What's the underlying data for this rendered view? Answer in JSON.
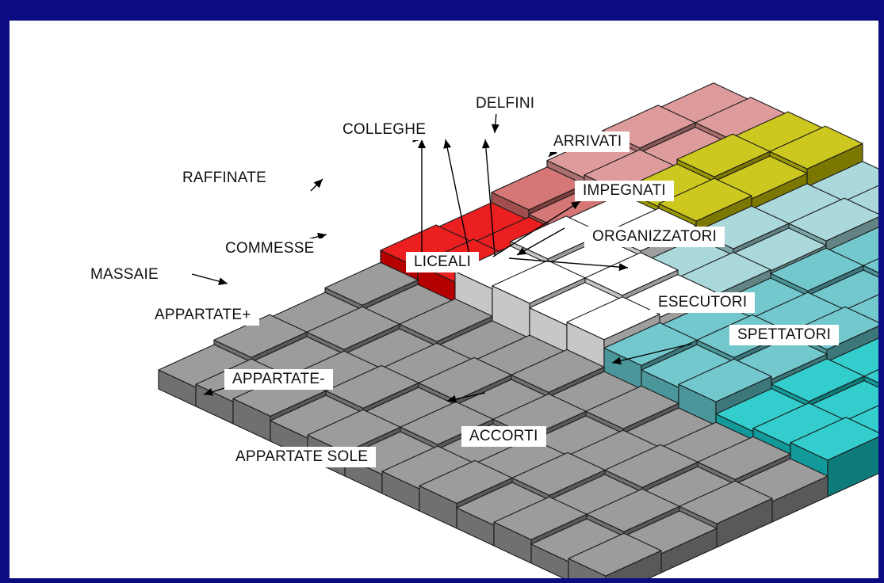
{
  "colors": {
    "background": "#0b0b82",
    "canvas": "#ffffff",
    "gray_block": "#8f8f8f",
    "cyan_block": "#17c6c6",
    "teal_block": "#5fc0c6",
    "light_teal_block": "#9fd3d6",
    "yellow_block": "#c6c000",
    "pink_block": "#d98d8d",
    "dusty_red_block": "#cf6464",
    "red_block": "#e80000",
    "white_block": "#ffffff"
  },
  "labels": {
    "delfini": "DELFINI",
    "colleghe": "COLLEGHE",
    "arrivati": "ARRIVATI",
    "raffinate": "RAFFINATE",
    "impegnati": "IMPEGNATI",
    "organizzatori": "ORGANIZZATORI",
    "commesse": "COMMESSE",
    "liceali": "LICEALI",
    "massaie": "MASSAIE",
    "esecutori": "ESECUTORI",
    "appartate_plus": "APPARTATE+",
    "spettatori": "SPETTATORI",
    "appartate_minus": "APPARTATE-",
    "accorti": "ACCORTI",
    "appartate_sole": "APPARTATE SOLE"
  },
  "regions": [
    {
      "name": "gray",
      "color_key": "gray_block"
    },
    {
      "name": "cyan",
      "color_key": "cyan_block"
    },
    {
      "name": "teal",
      "color_key": "teal_block"
    },
    {
      "name": "light-teal",
      "color_key": "light_teal_block"
    },
    {
      "name": "yellow",
      "color_key": "yellow_block"
    },
    {
      "name": "pink",
      "color_key": "pink_block"
    },
    {
      "name": "dusty-red",
      "color_key": "dusty_red_block"
    },
    {
      "name": "red",
      "color_key": "red_block"
    },
    {
      "name": "white",
      "color_key": "white_block"
    }
  ]
}
